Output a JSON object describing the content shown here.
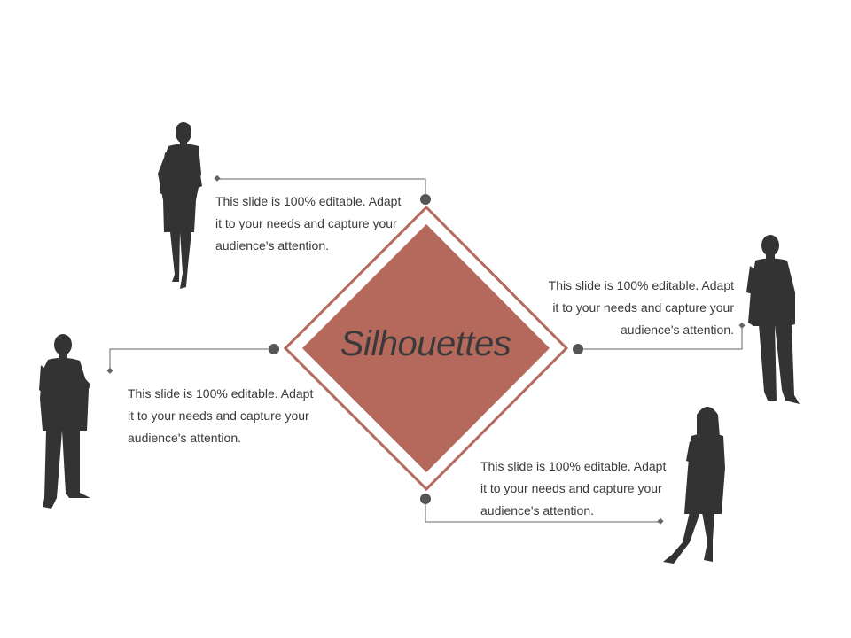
{
  "title": "Silhouettes",
  "colors": {
    "diamond_fill": "#b5695c",
    "diamond_outline": "#b5695c",
    "silhouette": "#333333",
    "connector": "#666666",
    "node": "#555555"
  },
  "blocks": [
    {
      "lines": [
        "This slide is 100% editable. Adapt",
        "it to your needs and capture your",
        "audience's attention."
      ]
    },
    {
      "lines": [
        "This slide is 100% editable. Adapt",
        "it to your needs and capture your",
        "audience's attention."
      ]
    },
    {
      "lines": [
        "This slide is 100% editable. Adapt",
        "it to your needs and capture your",
        "audience's attention."
      ]
    },
    {
      "lines": [
        "This slide is 100% editable. Adapt",
        "it to your needs and capture your",
        "audience's attention."
      ]
    }
  ],
  "figures": [
    {
      "icon": "businesswoman-silhouette-icon"
    },
    {
      "icon": "businessman-silhouette-icon"
    },
    {
      "icon": "businessman-silhouette-icon"
    },
    {
      "icon": "businesswoman-silhouette-icon"
    }
  ]
}
